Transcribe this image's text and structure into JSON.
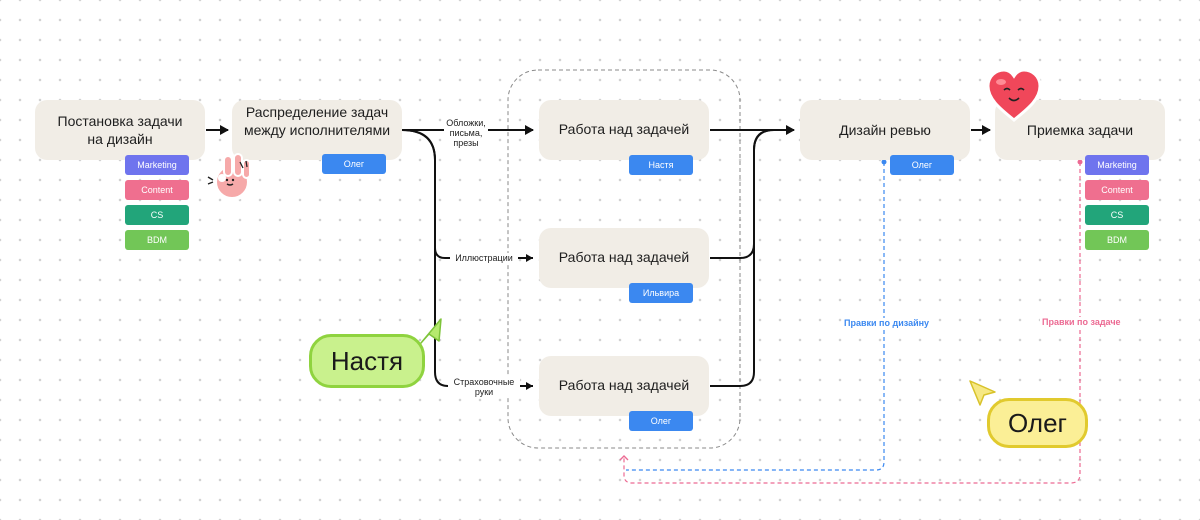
{
  "colors": {
    "marketing": "#6f74ee",
    "content": "#ef6f8f",
    "cs": "#22a57a",
    "bdm": "#72c657",
    "assignee": "#3b88f0",
    "design_review_edit": "#3b88f0",
    "task_edit": "#ec6a93",
    "nastya_cursor": "#9bdc46",
    "oleg_cursor": "#eedb5c"
  },
  "nodes": {
    "setting": "Постановка задачи\nна дизайн",
    "distribution": "Распределение задач\nмежду исполнителями",
    "work1": "Работа над задачей",
    "work2": "Работа над задачей",
    "work3": "Работа над задачей",
    "review": "Дизайн ревью",
    "acceptance": "Приемка задачи"
  },
  "tags": {
    "setting": [
      "Marketing",
      "Content",
      "CS",
      "BDM"
    ],
    "distribution": "Олег",
    "work1": "Настя",
    "work2": "Ильвира",
    "work3": "Олег",
    "review": "Олег",
    "acceptance": [
      "Marketing",
      "Content",
      "CS",
      "BDM"
    ]
  },
  "edge_labels": {
    "covers": "Обложки,\nписьма,\nпрезы",
    "illustrations": "Иллюстрации",
    "backup": "Страховочные\nруки"
  },
  "feedback": {
    "design_edits": "Правки по дизайну",
    "task_edits": "Правки по задаче"
  },
  "cursors": {
    "nastya": "Настя",
    "oleg": "Олег"
  },
  "stickers": [
    "ok-hand-sticker",
    "smiling-heart-sticker"
  ]
}
